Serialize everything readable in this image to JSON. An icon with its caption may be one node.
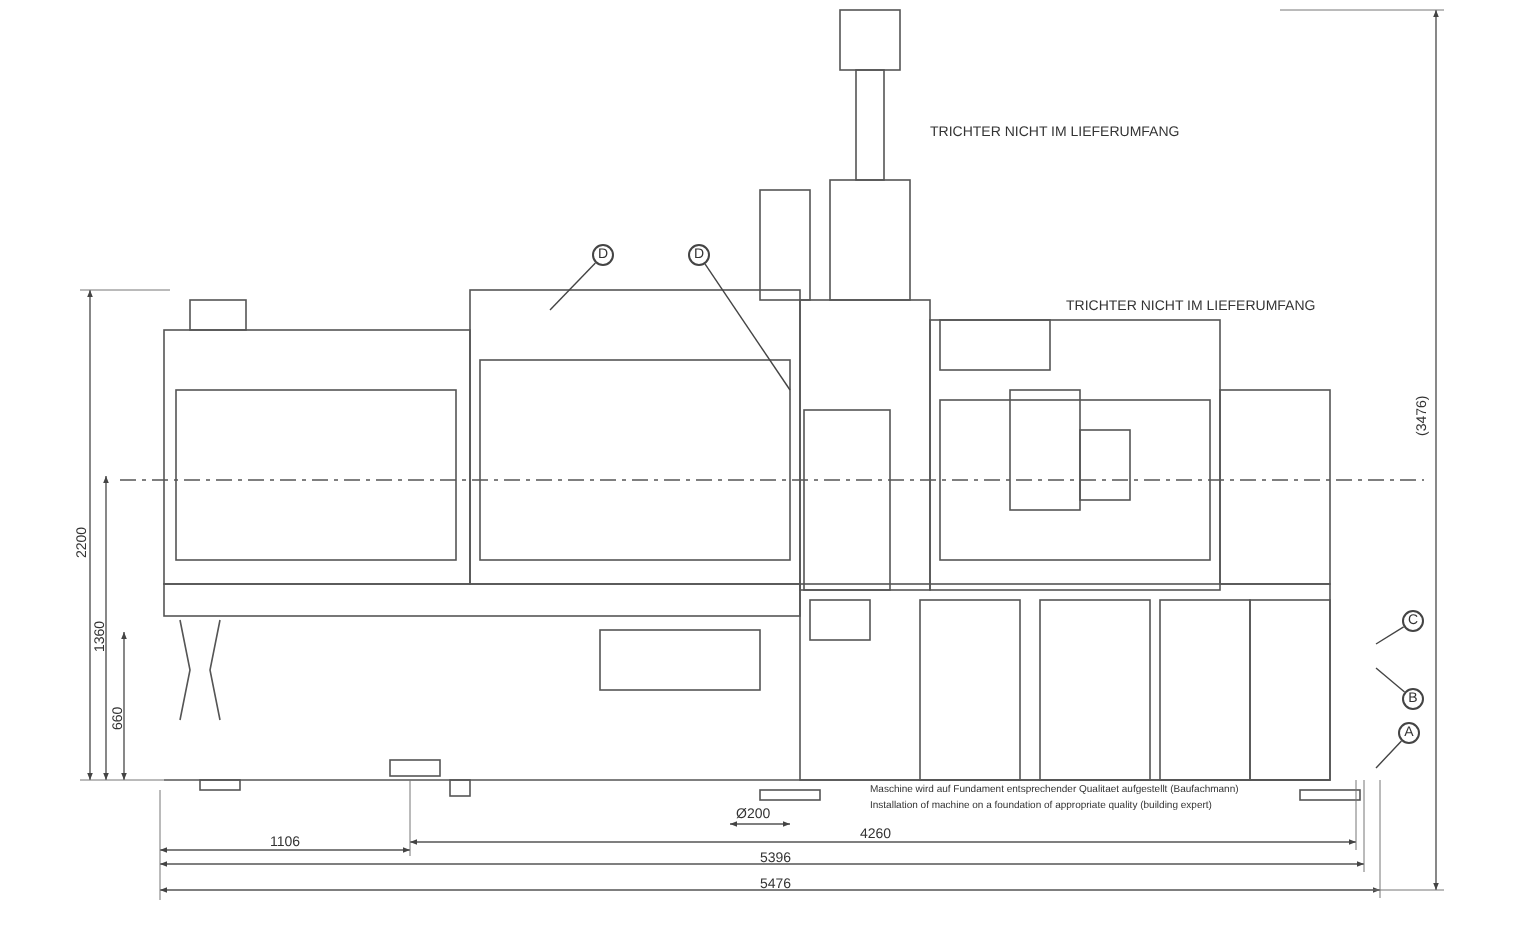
{
  "diagram": {
    "nodes": [
      {
        "text": [
          "D"
        ]
      },
      {
        "text": [
          "D"
        ]
      },
      {
        "text": [
          "C"
        ]
      },
      {
        "text": [
          "B"
        ]
      },
      {
        "text": [
          "A"
        ]
      }
    ],
    "edges": [
      {
        "from": 0,
        "to": null,
        "arrow": "none"
      },
      {
        "from": 1,
        "to": null,
        "arrow": "none"
      },
      {
        "from": 2,
        "to": null,
        "arrow": "none"
      },
      {
        "from": 3,
        "to": null,
        "arrow": "none"
      },
      {
        "from": 4,
        "to": null,
        "arrow": "none"
      }
    ],
    "labels": [
      "TRICHTER NICHT IM LIEFERUMFANG",
      "TRICHTER NICHT IM LIEFERUMFANG",
      "(3476)",
      "2200",
      "1360",
      "660",
      "Ø200",
      "Maschine wird auf Fundament entsprechender Qualitaet aufgestellt (Baufachmann)",
      "Installation of machine on a foundation of appropriate quality (building expert)",
      "1106",
      "4260",
      "5396",
      "5476"
    ]
  }
}
